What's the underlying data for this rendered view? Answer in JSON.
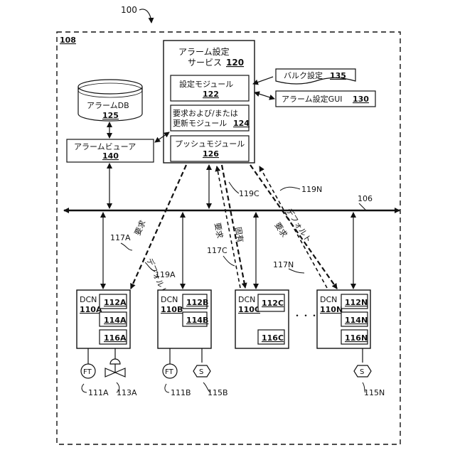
{
  "figure_ref": "100",
  "system_ref": "108",
  "alarm_service": {
    "line1": "アラーム設定",
    "line2": "サービス",
    "ref": "120"
  },
  "setting_module": {
    "label": "設定モジュール",
    "ref": "122"
  },
  "request_module": {
    "line1": "要求および/または",
    "line2": "更新モジュール",
    "ref": "124"
  },
  "push_module": {
    "label": "プッシュモジュール",
    "ref": "126"
  },
  "bulk_setting": {
    "label": "バルク設定",
    "ref": "135"
  },
  "alarm_gui": {
    "label": "アラーム設定GUI",
    "ref": "130"
  },
  "alarm_db": {
    "label": "アラームDB",
    "ref": "125"
  },
  "alarm_viewer": {
    "label": "アラームビューア",
    "ref": "140"
  },
  "bus_ref": "106",
  "links": {
    "l117a": "117A",
    "l119a": "119A",
    "l117c": "117C",
    "l119c": "119C",
    "l117n": "117N",
    "l119n": "119N"
  },
  "arrow_texts": {
    "req_a": "要求",
    "def_a": "デフォルト",
    "req_c": "要求",
    "fix_c": "固有",
    "req_n": "要求",
    "def_n": "デフォルト"
  },
  "dcns": [
    {
      "name": "DCN",
      "ref": "110A",
      "items": [
        "112A",
        "114A",
        "116A"
      ]
    },
    {
      "name": "DCN",
      "ref": "110B",
      "items": [
        "112B",
        "114B"
      ]
    },
    {
      "name": "DCN",
      "ref": "110C",
      "items": [
        "112C",
        "116C"
      ]
    },
    {
      "name": "DCN",
      "ref": "110N",
      "items": [
        "112N",
        "114N",
        "116N"
      ]
    }
  ],
  "ellipsis": "・・・",
  "devices": {
    "ft_a": {
      "symbol": "FT",
      "ref": "111A"
    },
    "valve_a": {
      "ref": "113A"
    },
    "ft_b": {
      "symbol": "FT",
      "ref": "111B"
    },
    "s_b": {
      "symbol": "S",
      "ref": "115B"
    },
    "s_n": {
      "symbol": "S",
      "ref": "115N"
    }
  }
}
